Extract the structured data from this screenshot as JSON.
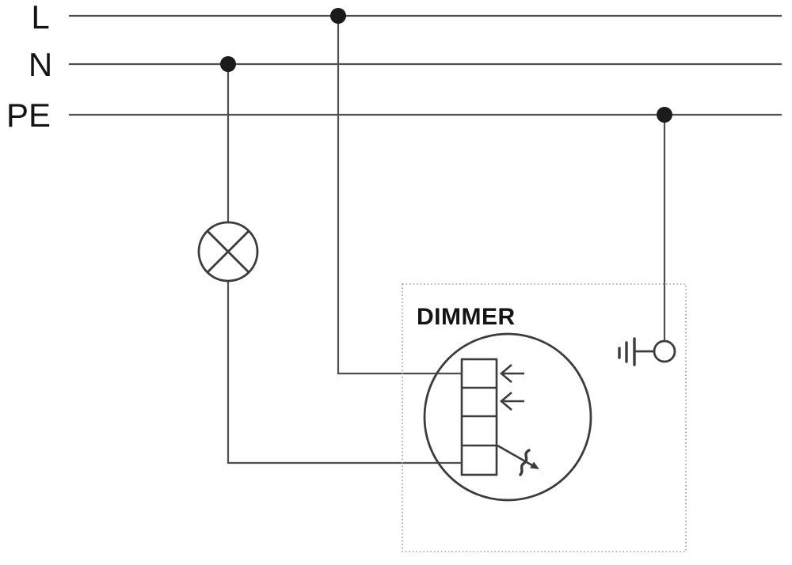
{
  "diagram": {
    "type": "electrical wiring diagram: lamp controlled by dimmer on L/N/PE supply",
    "labels": {
      "line_l": "L",
      "line_n": "N",
      "line_pe": "PE",
      "dimmer_title": "DIMMER"
    },
    "colors": {
      "background": "#ffffff",
      "wire": "#4f4f4f",
      "symbol": "#3c3c3c",
      "junction": "#1b1b1b",
      "text": "#141414",
      "dashed_border": "#a0a0a0"
    },
    "components": [
      {
        "name": "supply-bus-l",
        "label": "L",
        "kind": "horizontal supply line"
      },
      {
        "name": "supply-bus-n",
        "label": "N",
        "kind": "horizontal supply line"
      },
      {
        "name": "supply-bus-pe",
        "label": "PE",
        "kind": "horizontal supply line"
      },
      {
        "name": "lamp",
        "kind": "lamp symbol (circle with cross)",
        "connected_to": [
          "N",
          "dimmer terminal 4"
        ]
      },
      {
        "name": "dimmer-unit",
        "label": "DIMMER",
        "kind": "dimmer in dashed enclosure, circle with 4-terminal block, two input arrows and adjustable output arrow",
        "connected_to": [
          "L",
          "lamp"
        ]
      },
      {
        "name": "earth-terminal",
        "kind": "earth/ground symbol with connector circle",
        "connected_to": [
          "PE"
        ]
      }
    ],
    "junctions": [
      {
        "name": "junction-l",
        "on_line": "L"
      },
      {
        "name": "junction-n",
        "on_line": "N"
      },
      {
        "name": "junction-pe",
        "on_line": "PE"
      }
    ]
  }
}
